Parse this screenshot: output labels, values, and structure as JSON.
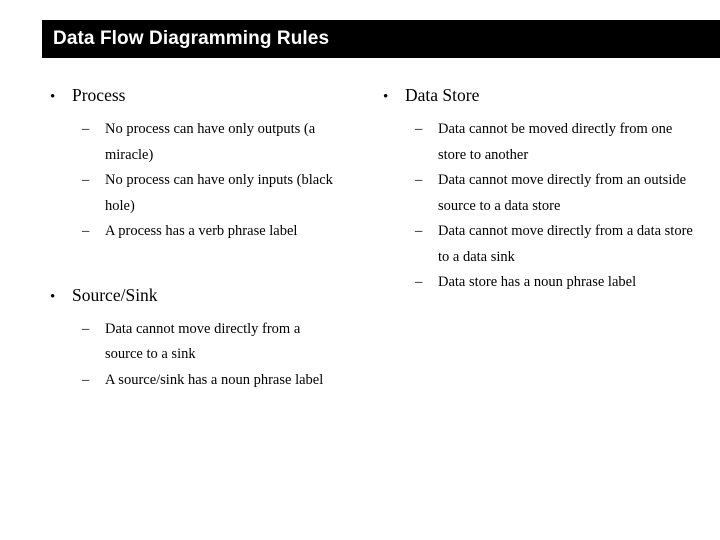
{
  "slide": {
    "title": "Data Flow Diagramming Rules",
    "title_bar_color": "#000000",
    "title_text_color": "#ffffff",
    "background_color": "#ffffff",
    "body_text_color": "#000000",
    "bullet_level1_marker": "•",
    "bullet_level2_marker": "–"
  },
  "columns": {
    "left": {
      "groups": [
        {
          "label": "Process",
          "items": [
            "No process can have only outputs (a miracle)",
            "No process can have only inputs (black hole)",
            "A process has a verb phrase label"
          ]
        },
        {
          "label": "Source/Sink",
          "items": [
            "Data cannot move directly from a source to a sink",
            "A source/sink has a noun phrase label"
          ]
        }
      ]
    },
    "right": {
      "groups": [
        {
          "label": "Data Store",
          "items": [
            "Data cannot be moved directly from one store to another",
            "Data cannot move directly from an outside source to a data store",
            "Data cannot move directly from a data store to a data sink",
            "Data store has a noun phrase label"
          ]
        }
      ]
    }
  }
}
